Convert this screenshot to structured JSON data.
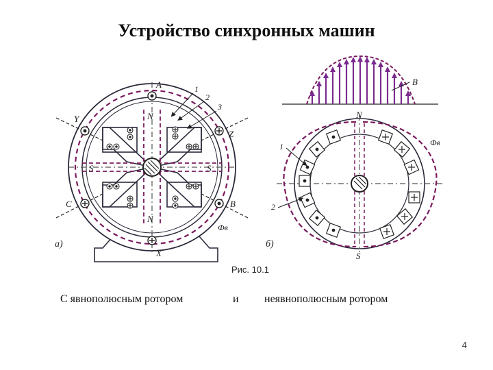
{
  "slide": {
    "title": "Устройство синхронных машин",
    "figure_caption": "Рис. 10.1",
    "caption_left": "С явнополюсным ротором",
    "caption_mid": "и",
    "caption_right": "неявнополюсным ротором",
    "page_number": "4"
  },
  "diagram_a": {
    "panel_label": "а)",
    "labels": {
      "a": "A",
      "x": "X",
      "y": "Y",
      "z": "Z",
      "b": "B",
      "c": "C",
      "n_top": "N",
      "n_bottom": "N",
      "s_left": "S",
      "s_right": "S",
      "one": "1",
      "two": "2",
      "three": "3",
      "flux": "Фв"
    }
  },
  "diagram_b": {
    "panel_label": "б)",
    "labels": {
      "b": "B",
      "n": "N",
      "s": "S",
      "one": "1",
      "two": "2",
      "flux": "Фв"
    }
  },
  "colors": {
    "line": "#2a2a3a",
    "flux": "#7a1a5e",
    "arrow": "#7a2a8e",
    "fill": "#ffffff"
  }
}
